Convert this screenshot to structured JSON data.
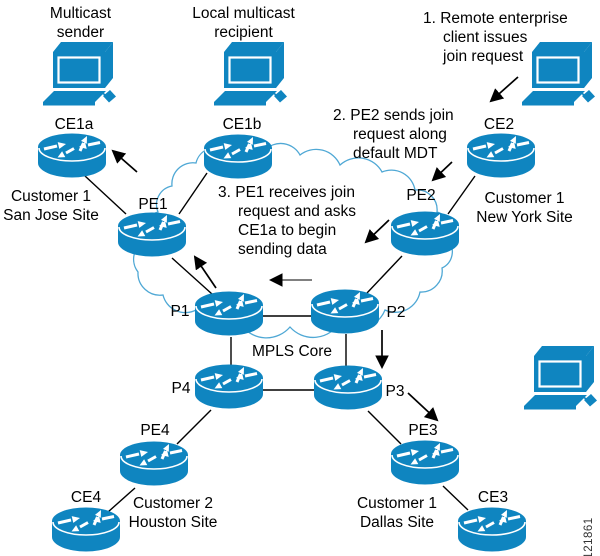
{
  "colors": {
    "device_blue": "#0F85C0",
    "cloud_stroke": "#4FA8D5",
    "line_black": "#000000",
    "gray_arrow_shaft": "#6e6e6e"
  },
  "computers": [
    {
      "caption": "Multicast\nsender"
    },
    {
      "caption": "Local multicast\nrecipient"
    },
    {
      "caption": ""
    },
    {
      "caption": ""
    }
  ],
  "routers": [
    {
      "label": "CE1a"
    },
    {
      "label": "CE1b"
    },
    {
      "label": "CE2"
    },
    {
      "label": "PE1"
    },
    {
      "label": "PE2"
    },
    {
      "label": "P1"
    },
    {
      "label": "P2"
    },
    {
      "label": "P4"
    },
    {
      "label": "P3"
    },
    {
      "label": "PE4"
    },
    {
      "label": "PE3"
    },
    {
      "label": "CE4"
    },
    {
      "label": "CE3"
    }
  ],
  "sites": [
    {
      "label": "Customer 1\nSan Jose Site"
    },
    {
      "label": "Customer 1\nNew York Site"
    },
    {
      "label": "Customer 2\nHouston Site"
    },
    {
      "label": "Customer 1\nDallas Site"
    }
  ],
  "annotations": {
    "step1": "1. Remote enterprise\nclient issues\njoin request",
    "step2": "2. PE2 sends join\nrequest along\ndefault MDT",
    "step3": "3. PE1 receives join\nrequest and asks\nCE1a to begin\nsending data"
  },
  "core_label": "MPLS Core",
  "figure_number": "121861"
}
